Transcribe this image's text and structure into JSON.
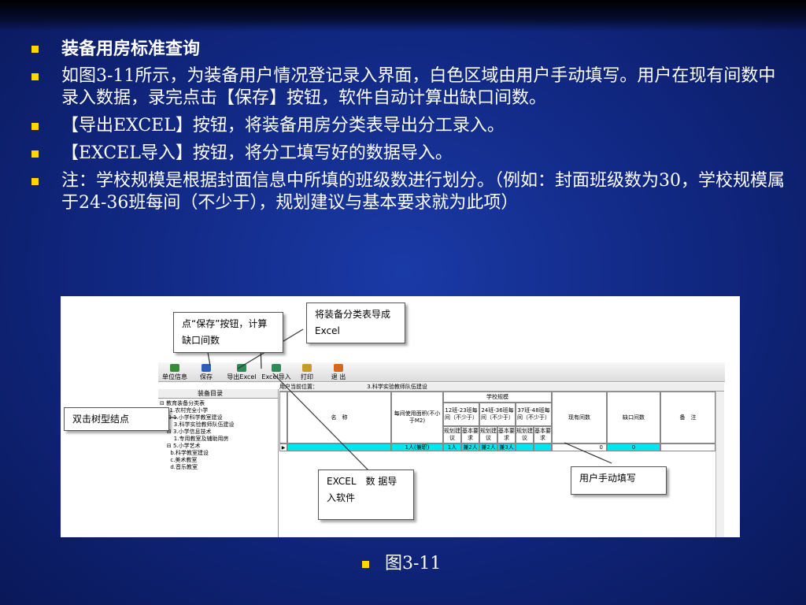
{
  "bullets": [
    {
      "text": "装备用房标准查询",
      "bold": true
    },
    {
      "text": "如图3-11所示，为装备用户情况登记录入界面，白色区域由用户手动填写。用户在现有间数中录入数据，录完点击【保存】按钮，软件自动计算出缺口间数。",
      "bold": false
    },
    {
      "text": "【导出EXCEL】按钮，将装备用房分类表导出分工录入。",
      "bold": false
    },
    {
      "text": "【EXCEL导入】按钮，将分工填写好的数据导入。",
      "bold": false
    },
    {
      "text": "注：学校规模是根据封面信息中所填的班级数进行划分。（例如：封面班级数为30，学校规模属于24-36班每间（不少于），规划建议与基本要求就为此项）",
      "bold": false
    }
  ],
  "toolbar": {
    "items": [
      "单位信息",
      "保存",
      "导出Excel",
      "Excel导入",
      "打印",
      "退 出"
    ]
  },
  "tree": {
    "header": "装备目录",
    "nodes": [
      "⊟ 教育装备分类表",
      "  ⊟ 1.农村完全小学",
      "    ⊟ 1.小学科学教室建设",
      "        3.科学实验教师队伍建设",
      "    ⊟ 3.小学信息技术",
      "        1.专用教室及辅助用房",
      "    ⊟ 5.小学艺术",
      "      b.科学教室建设",
      "      c.美术教室",
      "      d.音乐教室"
    ]
  },
  "grid": {
    "location_label": "用户当前位置：",
    "location_value": "3.科学实验教师队伍建设",
    "col_name": "名　称",
    "col_area": "每间使用面积(不小于M2)",
    "col_scale": "学校规模",
    "scale_groups": [
      "12班-23班每间（不少于）",
      "24班-36班每间（不少于）",
      "37班-48班每间（不少于）"
    ],
    "sub_cols": [
      "规划建议",
      "基本要求",
      "规划建议",
      "基本要求",
      "规划建议",
      "基本要求"
    ],
    "col_current": "现有间数",
    "col_gap": "缺口间数",
    "col_note": "备　注",
    "row": {
      "area": "1人(兼职)",
      "v1": "1人",
      "v2": "兼2人",
      "v3": "兼2人",
      "v4": "兼3人",
      "current": "0",
      "gap": "0"
    }
  },
  "callouts": {
    "save": "点“保存”按钮，计算缺口间数",
    "export": "将装备分类表导成 Excel",
    "tree": "双击树型结点",
    "import": "EXCEL　数 据导入软件",
    "manual": "用户手动填写"
  },
  "caption": "图3-11",
  "colors": {
    "bullet": "#ffd700",
    "row_highlight": "#00e5ee",
    "background": "#10267e"
  }
}
